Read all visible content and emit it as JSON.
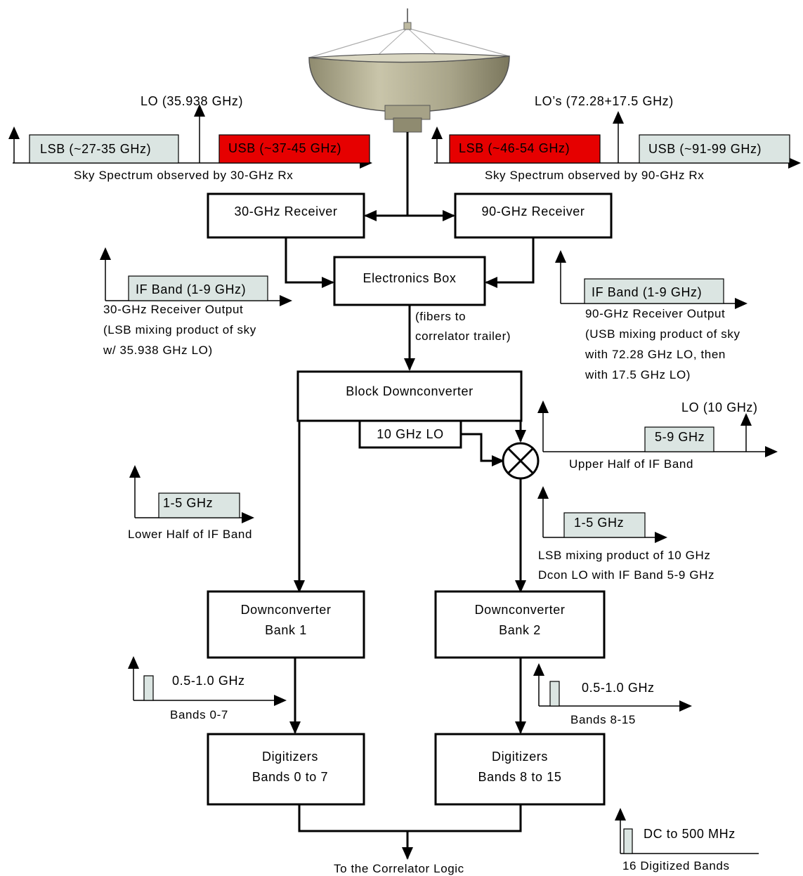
{
  "labels": {
    "lo_30": "LO (35.938 GHz)",
    "lo_90": "LO’s (72.28+17.5 GHz)",
    "sky_30_lsb": "LSB (~27-35 GHz)",
    "sky_30_usb": "USB (~37-45 GHz)",
    "sky_30_caption": "Sky Spectrum observed by 30-GHz Rx",
    "sky_90_lsb": "LSB (~46-54 GHz)",
    "sky_90_usb": "USB (~91-99 GHz)",
    "sky_90_caption": "Sky Spectrum observed by 90-GHz Rx",
    "if_30_band": "IF Band (1-9 GHz)",
    "if_30_caption_1": "30-GHz Receiver Output",
    "if_30_caption_2": "(LSB mixing product of sky",
    "if_30_caption_3": "w/ 35.938 GHz LO)",
    "if_90_band": "IF Band (1-9 GHz)",
    "if_90_caption_1": "90-GHz Receiver Output",
    "if_90_caption_2": "(USB mixing product of sky",
    "if_90_caption_3": "with 72.28 GHz LO, then",
    "if_90_caption_4": "with 17.5 GHz LO)",
    "fibers_1": "(fibers to",
    "fibers_2": "correlator trailer)",
    "lo_10": "LO (10 GHz)",
    "upper_band": "5-9 GHz",
    "upper_caption": "Upper Half of IF Band",
    "lower_band": "1-5 GHz",
    "lower_caption": "Lower Half of IF Band",
    "lsbmix_band": "1-5 GHz",
    "lsbmix_caption_1": "LSB mixing product of 10 GHz",
    "lsbmix_caption_2": "Dcon LO with IF Band 5-9 GHz",
    "bands07_freq": "0.5-1.0 GHz",
    "bands07_caption": "Bands 0-7",
    "bands815_freq": "0.5-1.0 GHz",
    "bands815_caption": "Bands 8-15",
    "digitized_freq": "DC to 500 MHz",
    "digitized_caption": "16 Digitized Bands",
    "correlator": "To the Correlator Logic"
  },
  "boxes": {
    "rx30": "30-GHz Receiver",
    "rx90": "90-GHz Receiver",
    "electronics": "Electronics Box",
    "block_dc": "Block Downconverter",
    "lo10_box": "10 GHz LO",
    "dc_bank1_l1": "Downconverter",
    "dc_bank1_l2": "Bank 1",
    "dc_bank2_l1": "Downconverter",
    "dc_bank2_l2": "Bank 2",
    "dig1_l1": "Digitizers",
    "dig1_l2": "Bands 0 to 7",
    "dig2_l1": "Digitizers",
    "dig2_l2": "Bands 8 to 15"
  },
  "colors": {
    "band_fill": "#dbe5e2",
    "sideband_highlight": "#e60000",
    "dish": "#a9a58a"
  },
  "icons": [
    "radio-dish-icon",
    "mixer-icon"
  ]
}
